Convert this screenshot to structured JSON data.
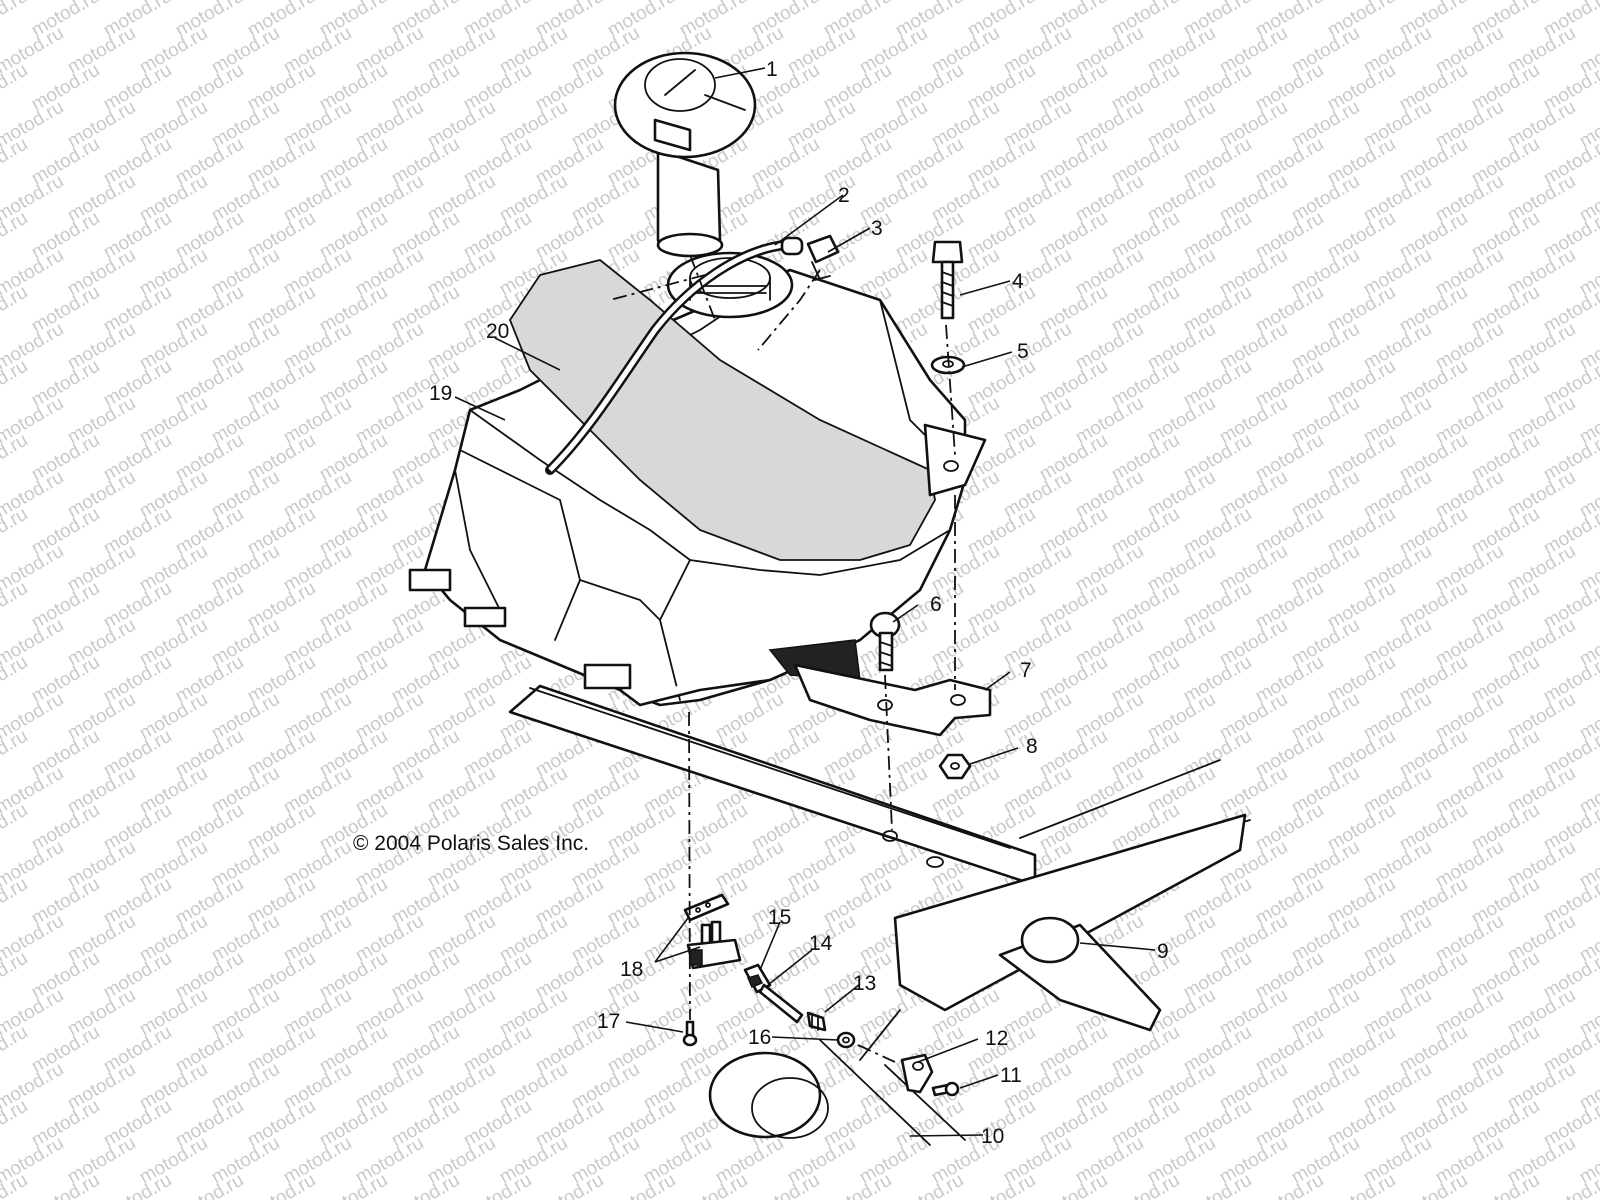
{
  "watermark": "motod.ru",
  "copyright": "© 2004 Polaris Sales Inc.",
  "callouts": [
    "1",
    "2",
    "3",
    "4",
    "5",
    "6",
    "7",
    "8",
    "9",
    "10",
    "11",
    "12",
    "13",
    "14",
    "15",
    "16",
    "17",
    "18",
    "20",
    "19"
  ],
  "colors": {
    "line": "#111111",
    "watermark": "#c9c9c9",
    "background": "#ffffff"
  }
}
